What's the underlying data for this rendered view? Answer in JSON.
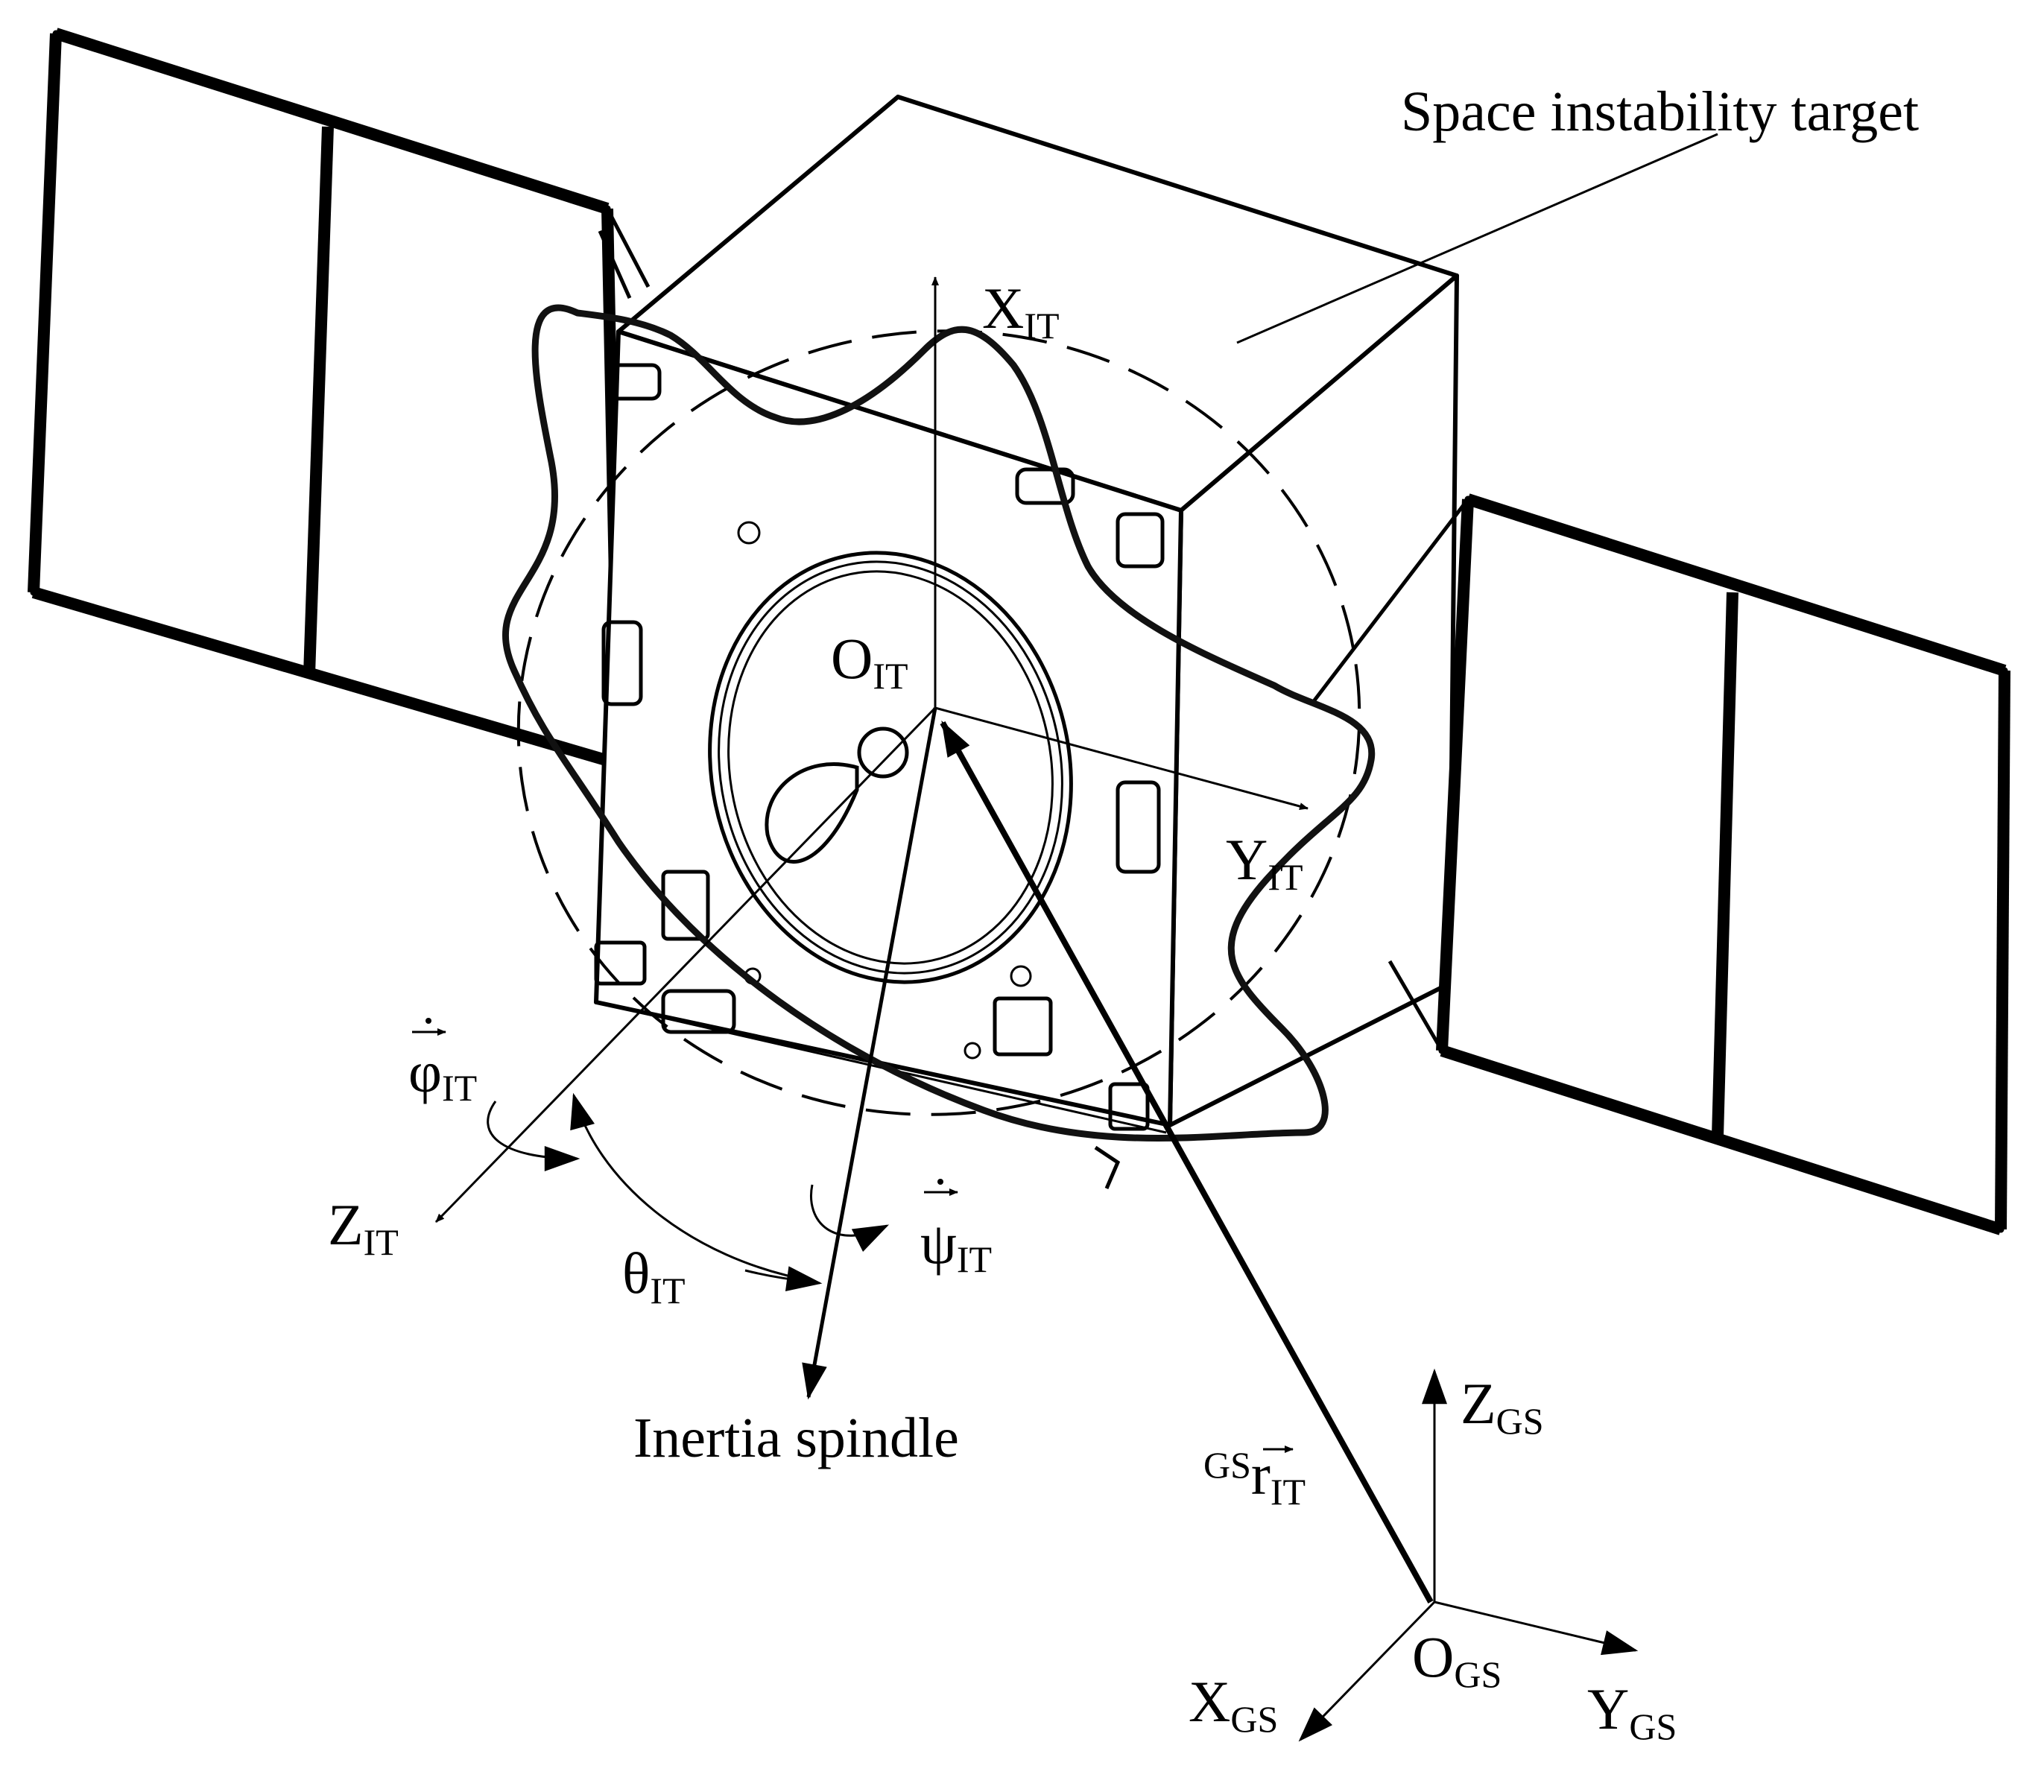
{
  "labels": {
    "target": "Space instability target",
    "spindle": "Inertia spindle",
    "x_it": {
      "main": "X",
      "sub": "IT"
    },
    "y_it": {
      "main": "Y",
      "sub": "IT"
    },
    "z_it": {
      "main": "Z",
      "sub": "IT"
    },
    "o_it": {
      "main": "O",
      "sub": "IT"
    },
    "phi_it": {
      "main": "φ",
      "sub": "IT"
    },
    "theta_it": {
      "main": "θ",
      "sub": "IT"
    },
    "psi_it": {
      "main": "ψ",
      "sub": "IT"
    },
    "x_gs": {
      "main": "X",
      "sub": "GS"
    },
    "y_gs": {
      "main": "Y",
      "sub": "GS"
    },
    "z_gs": {
      "main": "Z",
      "sub": "GS"
    },
    "o_gs": {
      "main": "O",
      "sub": "GS"
    },
    "r_vec": {
      "pre": "GS",
      "main": "r",
      "sub": "IT"
    }
  }
}
